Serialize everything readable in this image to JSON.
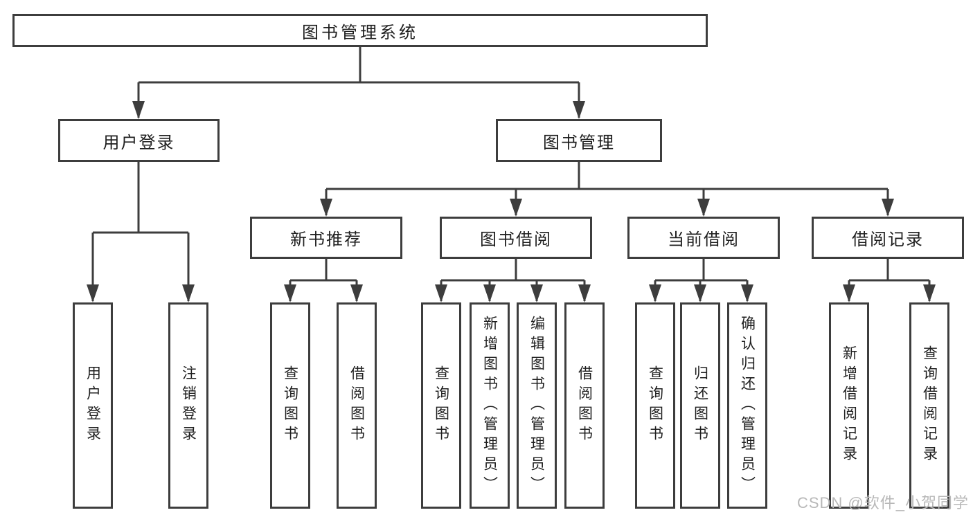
{
  "root": {
    "label": "图书管理系统"
  },
  "user_login": {
    "label": "用户登录",
    "children": [
      "用户登录",
      "注销登录"
    ]
  },
  "book_management": {
    "label": "图书管理",
    "sections": [
      {
        "label": "新书推荐",
        "children": [
          "查询图书",
          "借阅图书"
        ]
      },
      {
        "label": "图书借阅",
        "children": [
          "查询图书",
          "新增图书（管理员）",
          "编辑图书（管理员）",
          "借阅图书"
        ]
      },
      {
        "label": "当前借阅",
        "children": [
          "查询图书",
          "归还图书",
          "确认归还（管理员）"
        ]
      },
      {
        "label": "借阅记录",
        "children": [
          "新增借阅记录",
          "查询借阅记录"
        ]
      }
    ]
  },
  "watermark": "CSDN @软件_小贺同学",
  "colors": {
    "line": "#3d3d3d",
    "text": "#1f1f1f",
    "box_background": "#ffffff",
    "watermark": "#b8b8b8"
  }
}
